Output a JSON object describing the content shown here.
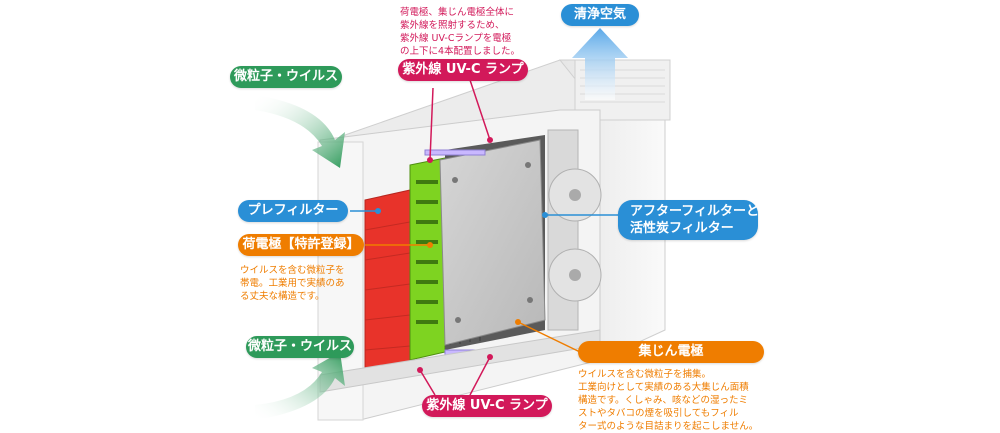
{
  "labels": {
    "clean_air": "清浄空気",
    "uvc_lamp_top": "紫外線 UV-C ランプ",
    "uvc_lamp_bottom": "紫外線 UV-C ランプ",
    "particles_top": "微粒子・ウイルス",
    "particles_bottom": "微粒子・ウイルス",
    "prefilter": "プレフィルター",
    "charge_electrode": "荷電極【特許登録】",
    "after_filter_line1": "アフターフィルターと",
    "after_filter_line2": "活性炭フィルター",
    "collector_electrode": "集じん電極"
  },
  "notes": {
    "uvc_note": "荷電極、集じん電極全体に\n紫外線を照射するため、\n紫外線 UV-Cランプを電極\nの上下に4本配置しました。",
    "charge_note": "ウイルスを含む微粒子を\n帯電。工業用で実績のあ\nる丈夫な構造です。",
    "collector_note": "ウイルスを含む微粒子を捕集。\n工業向けとして実績のある大集じん面積\n構造です。くしゃみ、咳などの湿ったミ\nストやタバコの煙を吸引してもフィル\nター式のような目詰まりを起こしません。"
  },
  "colors": {
    "green": "#2e9a5a",
    "blue": "#2a8fd6",
    "orange": "#ef7d00",
    "magenta": "#d2195a",
    "red_filter": "#e8332a",
    "green_electrode": "#7ed321"
  }
}
